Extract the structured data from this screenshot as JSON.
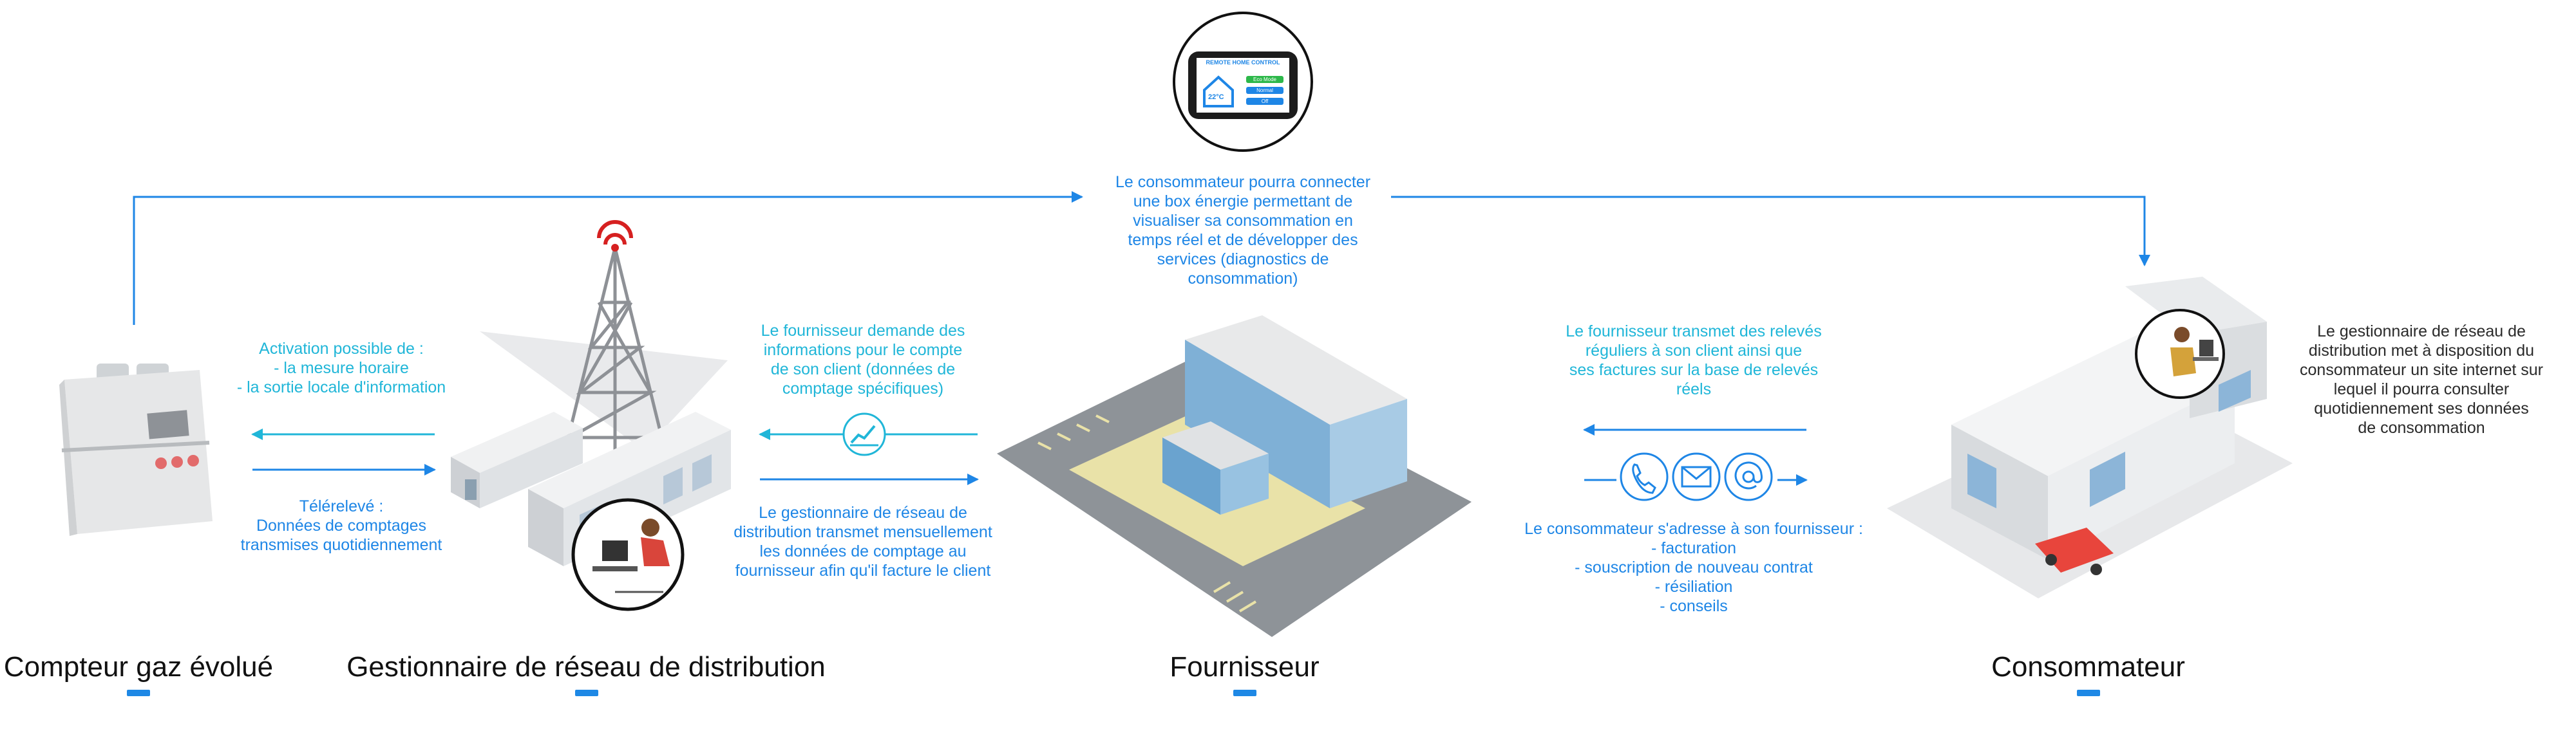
{
  "titles": {
    "meter": "Compteur gaz évolué",
    "distribution": "Gestionnaire de réseau de distribution",
    "supplier": "Fournisseur",
    "consumer": "Consommateur"
  },
  "texts": {
    "box_energy": [
      "Le consommateur pourra connecter",
      "une box énergie permettant de",
      "visualiser sa consommation en",
      "temps réel et de développer des",
      "services (diagnostics de",
      "consommation)"
    ],
    "activation": [
      "Activation possible de :",
      "- la mesure horaire",
      "- la sortie locale d'information"
    ],
    "telereleve": [
      "Télérelevé :",
      "Données de comptages",
      "transmises quotidiennement"
    ],
    "supplier_request": [
      "Le fournisseur demande des",
      "informations pour le compte",
      "de son client (données de",
      "comptage spécifiques)"
    ],
    "monthly_transmit": [
      "Le gestionnaire de réseau de",
      "distribution transmet mensuellement",
      "les données de comptage au",
      "fournisseur afin qu'il facture le client"
    ],
    "supplier_readings": [
      "Le fournisseur transmet des relevés",
      "réguliers à son client ainsi que",
      "ses factures sur la base de relevés",
      "réels"
    ],
    "consumer_contacts": [
      "Le consommateur s'adresse à son fournisseur :",
      "- facturation",
      "- souscription de nouveau contrat",
      "- résiliation",
      "- conseils"
    ],
    "website": [
      "Le gestionnaire de réseau de",
      "distribution met à disposition du",
      "consommateur un site internet sur",
      "lequel il pourra consulter",
      "quotidiennement ses données",
      "de consommation"
    ]
  },
  "tablet": {
    "header": "REMOTE HOME CONTROL",
    "temperature": "22°C",
    "buttons": [
      "Eco Mode",
      "Normal",
      "Off"
    ]
  },
  "icons": [
    "phone-icon",
    "mail-icon",
    "at-icon",
    "chart-icon",
    "wifi-icon"
  ],
  "colors": {
    "accent_blue": "#1e86e6",
    "cyan": "#20b6d8",
    "wifi_red": "#d62020",
    "car_red": "#e8453c"
  }
}
